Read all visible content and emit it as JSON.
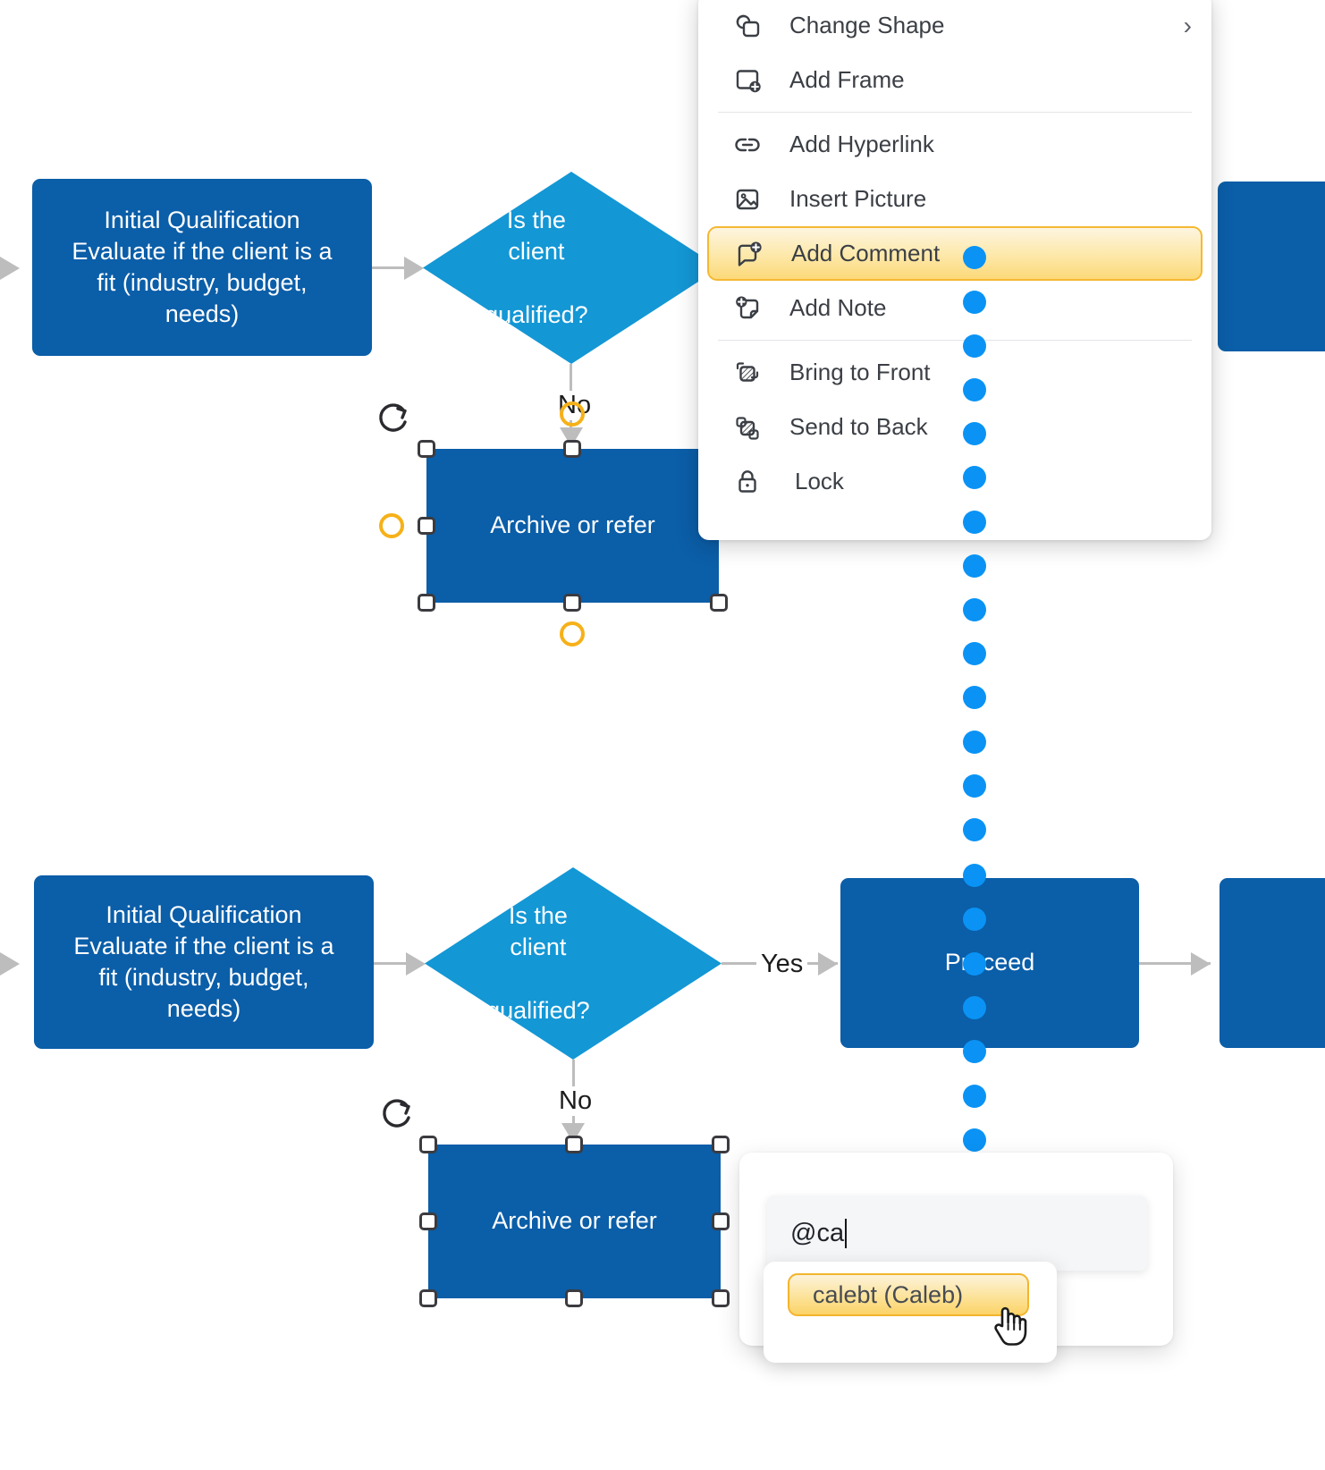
{
  "app": {
    "type": "diagram-editor",
    "canvas_background": "#ffffff"
  },
  "colors": {
    "process_blue": "#0b5ea8",
    "decision_blue": "#1397d5",
    "connector_gray": "#bdbdbd",
    "highlight_yellow": "#fcd979",
    "highlight_border": "#f4b933",
    "trail_dot_blue": "#0a93f5",
    "anchor_orange": "#f6b119",
    "handle_stroke": "#3b3b40"
  },
  "flow_top": {
    "process": {
      "lines": [
        "Initial Qualification",
        "Evaluate if the client is a",
        "fit (industry, budget,",
        "needs)"
      ]
    },
    "decision": {
      "lines": [
        "Is the client",
        "qualified?"
      ]
    },
    "branch_no_label": "No",
    "archive": {
      "label": "Archive or refer"
    }
  },
  "flow_bottom": {
    "process": {
      "lines": [
        "Initial Qualification",
        "Evaluate if the client is a",
        "fit (industry, budget,",
        "needs)"
      ]
    },
    "decision": {
      "lines": [
        "Is the client",
        "qualified?"
      ]
    },
    "branch_yes_label": "Yes",
    "branch_no_label": "No",
    "proceed": {
      "label": "Proceed"
    },
    "archive": {
      "label": "Archive or refer"
    }
  },
  "context_menu": {
    "items": [
      {
        "label": "Change Shape",
        "icon": "change-shape-icon",
        "submenu": true,
        "chevron": "›",
        "highlighted": false
      },
      {
        "label": "Add Frame",
        "icon": "add-frame-icon",
        "submenu": false,
        "chevron": "",
        "highlighted": false
      },
      {
        "label": "Add Hyperlink",
        "icon": "hyperlink-icon",
        "submenu": false,
        "chevron": "",
        "highlighted": false
      },
      {
        "label": "Insert Picture",
        "icon": "insert-picture-icon",
        "submenu": false,
        "chevron": "",
        "highlighted": false
      },
      {
        "label": "Add Comment",
        "icon": "add-comment-icon",
        "submenu": false,
        "chevron": "",
        "highlighted": true
      },
      {
        "label": "Add Note",
        "icon": "add-note-icon",
        "submenu": false,
        "chevron": "",
        "highlighted": false
      },
      {
        "label": "Bring to Front",
        "icon": "bring-to-front-icon",
        "submenu": false,
        "chevron": "",
        "highlighted": false
      },
      {
        "label": "Send to Back",
        "icon": "send-to-back-icon",
        "submenu": false,
        "chevron": "",
        "highlighted": false
      },
      {
        "label": "Lock",
        "icon": "lock-icon",
        "submenu": false,
        "chevron": "",
        "highlighted": false
      }
    ],
    "separator_after": [
      1,
      5
    ]
  },
  "comment_popup": {
    "input_value": "@ca",
    "input_placeholder": "",
    "mention_suggestions": [
      {
        "label": "calebt (Caleb)",
        "selected": true
      }
    ]
  },
  "pointer": {
    "icon": "hand-pointer-cursor"
  }
}
